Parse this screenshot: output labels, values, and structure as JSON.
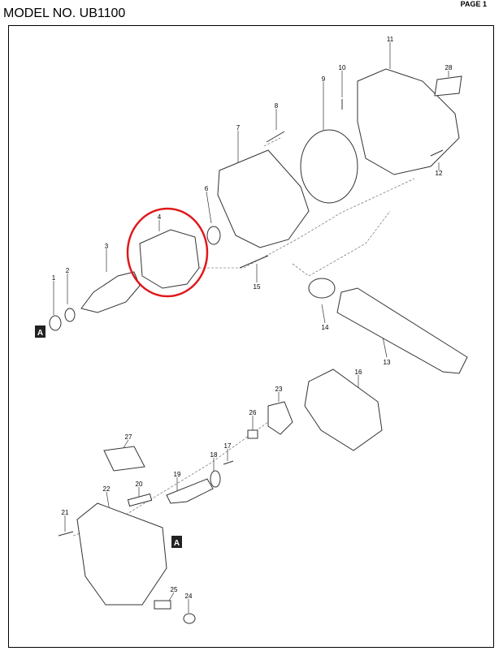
{
  "header": {
    "title": "MODEL NO. UB1100",
    "page": "PAGE 1"
  },
  "diagram": {
    "highlight_color": "#e0181b",
    "highlighted_part": "4",
    "part_labels": [
      "1",
      "2",
      "3",
      "4",
      "6",
      "7",
      "8",
      "9",
      "10",
      "11",
      "12",
      "13",
      "14",
      "15",
      "16",
      "17",
      "18",
      "19",
      "20",
      "21",
      "22",
      "23",
      "24",
      "25",
      "26",
      "27",
      "28"
    ],
    "reference_markers": [
      "A",
      "A"
    ]
  }
}
